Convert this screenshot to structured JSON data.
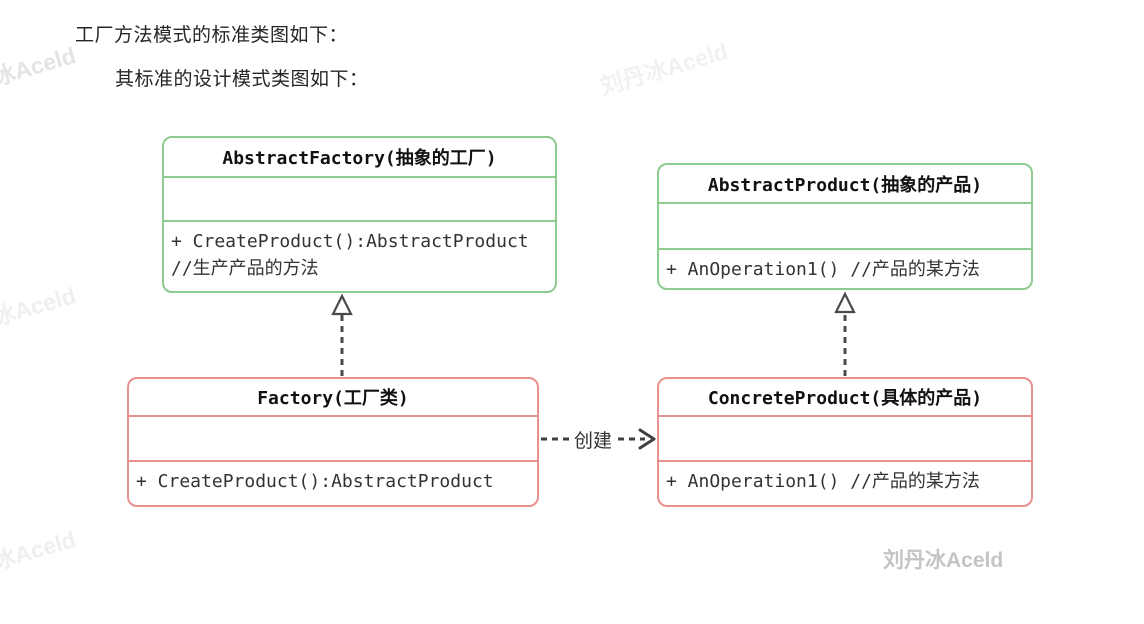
{
  "page": {
    "heading1": "工厂方法模式的标准类图如下：",
    "heading2": "其标准的设计模式类图如下："
  },
  "classes": [
    {
      "name": "AbstractFactory",
      "title": "AbstractFactory(抽象的工厂)",
      "stereotype": "abstract",
      "border_color": "#8ecb8e",
      "methods": [
        "+ CreateProduct():AbstractProduct",
        "//生产产品的方法"
      ]
    },
    {
      "name": "AbstractProduct",
      "title": "AbstractProduct(抽象的产品)",
      "stereotype": "abstract",
      "border_color": "#8ecb8e",
      "methods": [
        "+ AnOperation1() //产品的某方法"
      ]
    },
    {
      "name": "Factory",
      "title": "Factory(工厂类)",
      "stereotype": "concrete",
      "border_color": "#e89090",
      "methods": [
        "+ CreateProduct():AbstractProduct"
      ]
    },
    {
      "name": "ConcreteProduct",
      "title": "ConcreteProduct(具体的产品)",
      "stereotype": "concrete",
      "border_color": "#e89090",
      "methods": [
        "+ AnOperation1() //产品的某方法"
      ]
    }
  ],
  "relations": {
    "realization_left": "Factory --|> AbstractFactory",
    "realization_right": "ConcreteProduct --|> AbstractProduct",
    "dependency": "Factory ..> ConcreteProduct",
    "create_label": "创建"
  },
  "watermarks": {
    "diagonal_text": "刘丹冰Aceld",
    "signature": "刘丹冰Aceld"
  },
  "colors": {
    "abstract_border": "#8ecb8e",
    "concrete_border": "#e89090",
    "arrow": "#4a4a4a",
    "title_text": "#111111",
    "body_text": "#333333",
    "watermark_light": "#f0f0f0",
    "signature_gray": "#c4c4c4"
  }
}
